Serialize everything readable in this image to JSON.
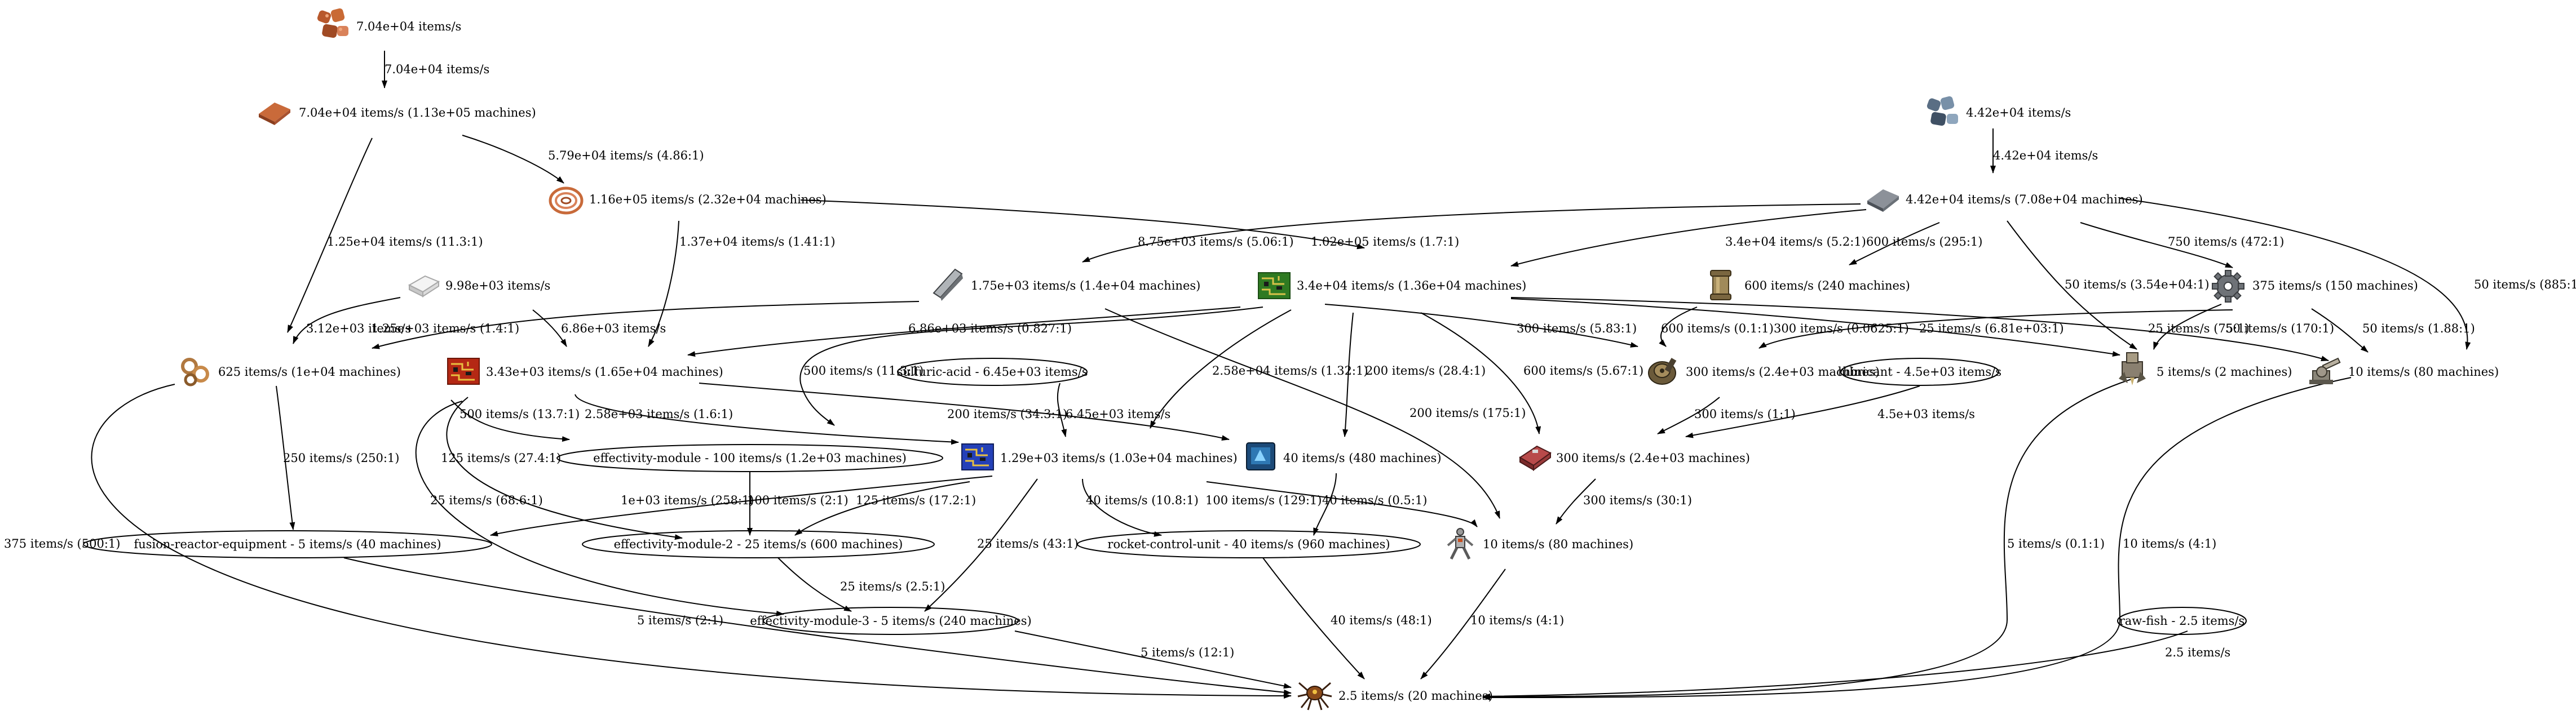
{
  "nodes": [
    {
      "id": "ore",
      "label": "7.04e+04 items/s",
      "icon": "copper-ore-icon"
    },
    {
      "id": "plate",
      "label": "7.04e+04 items/s (1.13e+05 machines)",
      "icon": "copper-plate-icon"
    },
    {
      "id": "cable",
      "label": "1.16e+05 items/s (2.32e+04 machines)",
      "icon": "copper-cable-icon"
    },
    {
      "id": "ironore",
      "label": "4.42e+04 items/s",
      "icon": "iron-ore-icon"
    },
    {
      "id": "iron",
      "label": "4.42e+04 items/s (7.08e+04 machines)",
      "icon": "iron-plate-icon"
    },
    {
      "id": "plastic",
      "label": "9.98e+03 items/s",
      "icon": "plastic-bar-icon"
    },
    {
      "id": "steel",
      "label": "1.75e+03 items/s (1.4e+04 machines)",
      "icon": "steel-plate-icon"
    },
    {
      "id": "green",
      "label": "3.4e+04 items/s (1.36e+04 machines)",
      "icon": "electronic-circuit-icon"
    },
    {
      "id": "pipe",
      "label": "600 items/s (240 machines)",
      "icon": "pipe-icon"
    },
    {
      "id": "gear",
      "label": "375 items/s (150 machines)",
      "icon": "iron-gear-icon"
    },
    {
      "id": "red",
      "label": "3.43e+03 items/s (1.65e+04 machines)",
      "icon": "advanced-circuit-icon"
    },
    {
      "id": "sulfuric",
      "label": "sulfuric-acid - 6.45e+03 items/s",
      "icon": ""
    },
    {
      "id": "motor",
      "label": "300 items/s (2.4e+03 machines)",
      "icon": "engine-unit-icon"
    },
    {
      "id": "lube",
      "label": "lubricant - 4.5e+03 items/s",
      "icon": ""
    },
    {
      "id": "drill",
      "label": "5 items/s (2 machines)",
      "icon": "mining-drill-icon"
    },
    {
      "id": "turret",
      "label": "10 items/s (80 machines)",
      "icon": "gun-turret-icon"
    },
    {
      "id": "frame",
      "label": "625 items/s (1e+04 machines)",
      "icon": "low-density-structure-icon"
    },
    {
      "id": "eff1",
      "label": "effectivity-module - 100 items/s (1.2e+03 machines)",
      "icon": ""
    },
    {
      "id": "blue",
      "label": "1.29e+03 items/s (1.03e+04 machines)",
      "icon": "processing-unit-icon"
    },
    {
      "id": "speed",
      "label": "40 items/s (480 machines)",
      "icon": "speed-module-icon"
    },
    {
      "id": "battery",
      "label": "300 items/s (2.4e+03 machines)",
      "icon": "battery-icon"
    },
    {
      "id": "fusion",
      "label": "fusion-reactor-equipment - 5 items/s (40 machines)",
      "icon": ""
    },
    {
      "id": "eff2",
      "label": "effectivity-module-2 - 25 items/s (600 machines)",
      "icon": ""
    },
    {
      "id": "rcu",
      "label": "rocket-control-unit - 40 items/s (960 machines)",
      "icon": ""
    },
    {
      "id": "exo",
      "label": "10 items/s (80 machines)",
      "icon": "exoskeleton-icon"
    },
    {
      "id": "eff3",
      "label": "effectivity-module-3 - 5 items/s (240 machines)",
      "icon": ""
    },
    {
      "id": "fish",
      "label": "raw-fish - 2.5 items/s",
      "icon": ""
    },
    {
      "id": "spider",
      "label": "2.5 items/s (20 machines)",
      "icon": "spidertron-icon"
    }
  ],
  "edges": [
    {
      "label": "7.04e+04 items/s"
    },
    {
      "label": "5.79e+04 items/s (4.86:1)"
    },
    {
      "label": "1.25e+04 items/s (11.3:1)"
    },
    {
      "label": "4.42e+04 items/s"
    },
    {
      "label": "1.02e+05 items/s (1.7:1)"
    },
    {
      "label": "1.37e+04 items/s (1.41:1)"
    },
    {
      "label": "8.75e+03 items/s (5.06:1)"
    },
    {
      "label": "3.4e+04 items/s (5.2:1)"
    },
    {
      "label": "600 items/s (295:1)"
    },
    {
      "label": "750 items/s (472:1)"
    },
    {
      "label": "50 items/s (3.54e+04:1)"
    },
    {
      "label": "50 items/s (885:1)"
    },
    {
      "label": "3.12e+03 items/s"
    },
    {
      "label": "6.86e+03 items/s"
    },
    {
      "label": "1.25e+03 items/s (1.4:1)"
    },
    {
      "label": "6.86e+03 items/s (0.827:1)"
    },
    {
      "label": "300 items/s (5.83:1)"
    },
    {
      "label": "600 items/s (0.1:1)"
    },
    {
      "label": "300 items/s (0.0625:1)"
    },
    {
      "label": "25 items/s (6.81e+03:1)"
    },
    {
      "label": "25 items/s (75:1)"
    },
    {
      "label": "50 items/s (170:1)"
    },
    {
      "label": "50 items/s (1.88:1)"
    },
    {
      "label": "500 items/s (11.3:1)"
    },
    {
      "label": "2.58e+04 items/s (1.32:1)"
    },
    {
      "label": "200 items/s (28.4:1)"
    },
    {
      "label": "600 items/s (5.67:1)"
    },
    {
      "label": "200 items/s (175:1)"
    },
    {
      "label": "500 items/s (13.7:1)"
    },
    {
      "label": "2.58e+03 items/s (1.6:1)"
    },
    {
      "label": "200 items/s (34.3:1)"
    },
    {
      "label": "6.45e+03 items/s"
    },
    {
      "label": "125 items/s (27.4:1)"
    },
    {
      "label": "25 items/s (68.6:1)"
    },
    {
      "label": "300 items/s (1:1)"
    },
    {
      "label": "4.5e+03 items/s"
    },
    {
      "label": "250 items/s (250:1)"
    },
    {
      "label": "375 items/s (500:1)"
    },
    {
      "label": "1e+03 items/s (258:1)"
    },
    {
      "label": "100 items/s (2:1)"
    },
    {
      "label": "125 items/s (17.2:1)"
    },
    {
      "label": "40 items/s (10.8:1)"
    },
    {
      "label": "100 items/s (129:1)"
    },
    {
      "label": "40 items/s (0.5:1)"
    },
    {
      "label": "25 items/s (43:1)"
    },
    {
      "label": "300 items/s (30:1)"
    },
    {
      "label": "25 items/s (2.5:1)"
    },
    {
      "label": "5 items/s (2:1)"
    },
    {
      "label": "5 items/s (12:1)"
    },
    {
      "label": "40 items/s (48:1)"
    },
    {
      "label": "10 items/s (4:1)"
    },
    {
      "label": "5 items/s (0.1:1)"
    },
    {
      "label": "10 items/s (4:1)"
    },
    {
      "label": "2.5 items/s"
    }
  ]
}
